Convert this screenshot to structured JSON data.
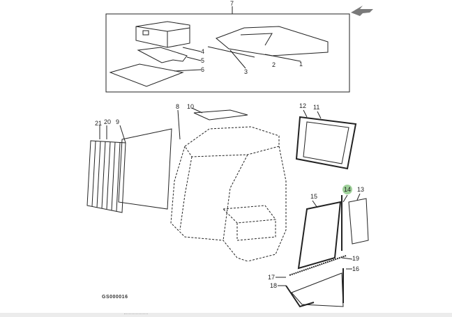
{
  "diagram": {
    "code": "GS000016",
    "callouts": [
      "1",
      "2",
      "3",
      "4",
      "5",
      "6",
      "7",
      "8",
      "9",
      "10",
      "11",
      "12",
      "13",
      "14",
      "15",
      "16",
      "17",
      "18",
      "19",
      "20",
      "21"
    ],
    "highlighted_callout": "14",
    "highlight_color": "#9fd19a",
    "arrow_color": "#7a7a7a"
  }
}
